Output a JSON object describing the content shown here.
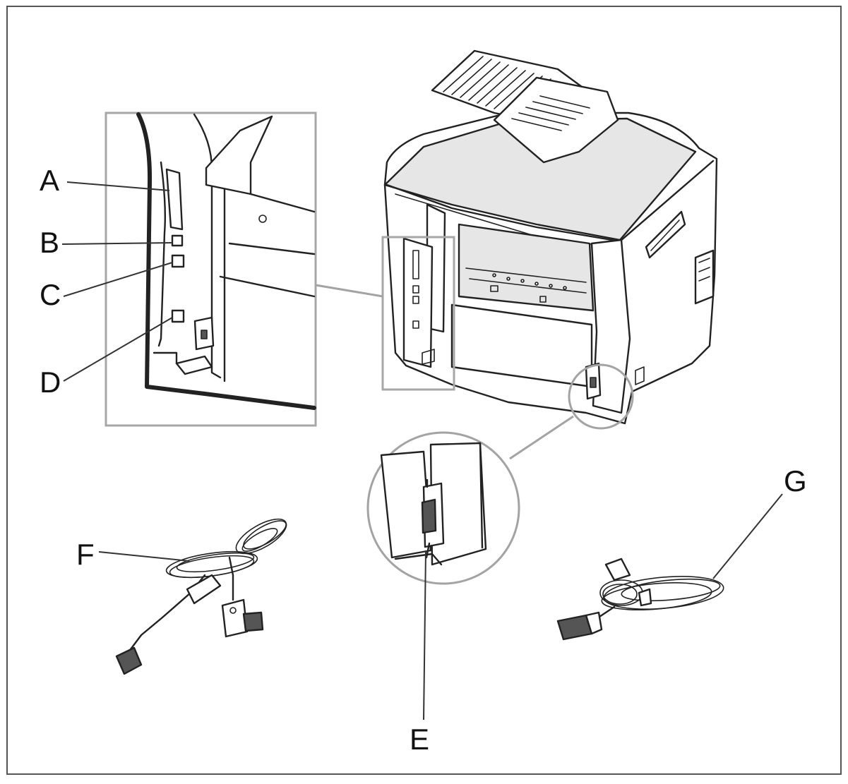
{
  "labels": {
    "a": "A",
    "b": "B",
    "c": "C",
    "d": "D",
    "e": "E",
    "f": "F",
    "g": "G"
  },
  "colors": {
    "outline": "#222222",
    "callout_box": "#a7a7a7",
    "frame": "#555555"
  }
}
